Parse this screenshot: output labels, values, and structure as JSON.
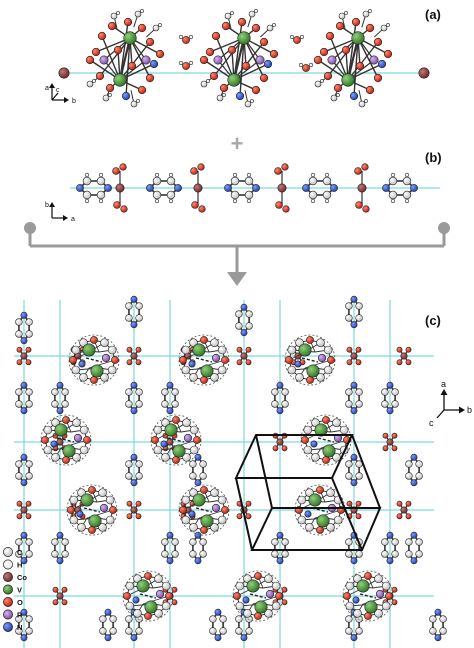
{
  "panels": {
    "a": {
      "label": "(a)",
      "axes": {
        "x": "b",
        "y": "a",
        "z": "c"
      }
    },
    "b": {
      "label": "(b)",
      "axes": {
        "x": "a",
        "y": "b"
      }
    },
    "c": {
      "label": "(c)",
      "axes": {
        "x": "b",
        "y": "a",
        "z": "c"
      }
    }
  },
  "combine_symbol": "+",
  "legend": [
    {
      "symbol": "C",
      "color": "#d9d9d9"
    },
    {
      "symbol": "H",
      "color": "#ffffff"
    },
    {
      "symbol": "Co",
      "color": "#8b3a3a"
    },
    {
      "symbol": "V",
      "color": "#3f8f2f"
    },
    {
      "symbol": "O",
      "color": "#e0301e"
    },
    {
      "symbol": "P",
      "color": "#a070c8"
    },
    {
      "symbol": "N",
      "color": "#2a55d6"
    }
  ],
  "colors": {
    "bond_h": "#7fd9d9",
    "connector": "#9a9a9a",
    "cell": "#111111"
  }
}
